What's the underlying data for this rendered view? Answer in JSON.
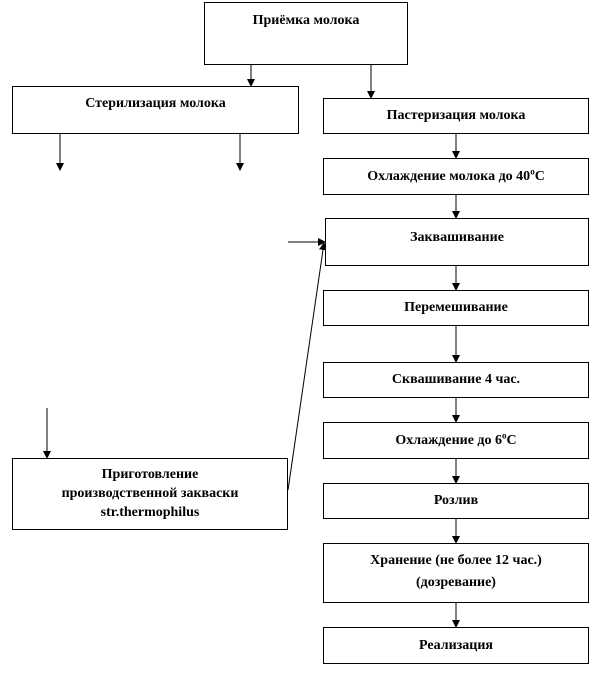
{
  "boxes": {
    "reception": "Приёмка молока",
    "sterilization": "Стерилизация молока",
    "pasteurization": "Пастеризация молока",
    "cooling_40": {
      "before": "Охлаждение молока до 40",
      "sup": "о",
      "after": "С"
    },
    "inoculation": "Заквашивание",
    "mixing": "Перемешивание",
    "souring": "Сквашивание 4 час.",
    "cooling_6": {
      "before": "Охлаждение до 6",
      "sup": "о",
      "after": "С"
    },
    "bottling": "Розлив",
    "storage": {
      "line1": "Хранение (не более 12 час.)",
      "line2": "(дозревание)"
    },
    "sales": "Реализация",
    "starter": {
      "line1": "Приготовление",
      "line2": "производственной закваски",
      "line3": "str.thermophilus"
    }
  }
}
